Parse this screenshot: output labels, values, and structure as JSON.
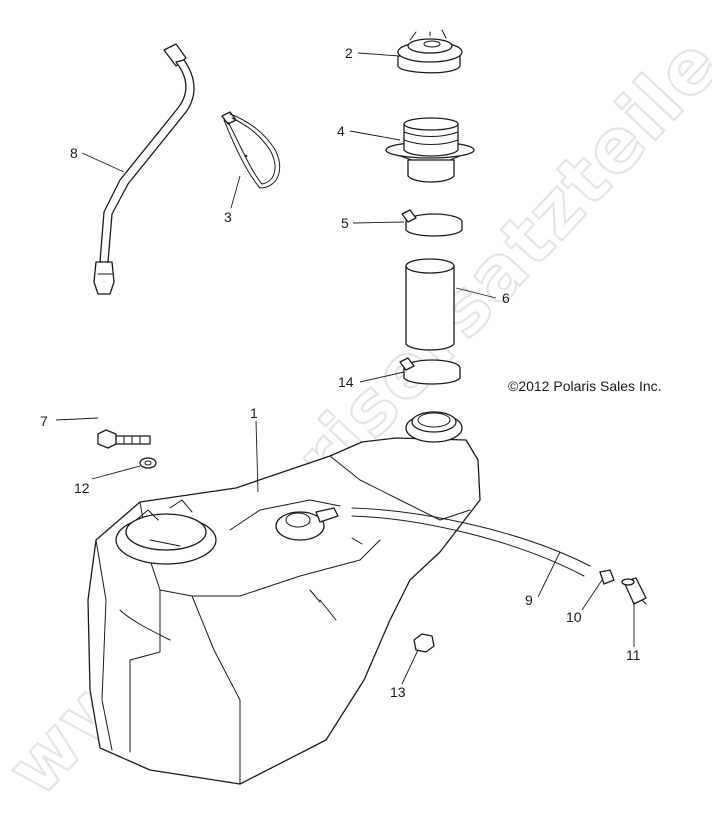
{
  "copyright": "©2012 Polaris Sales Inc.",
  "watermark": "www.polarisersatzteile.de",
  "callouts": {
    "c1": "1",
    "c2": "2",
    "c3": "3",
    "c4": "4",
    "c5": "5",
    "c6": "6",
    "c7": "7",
    "c8": "8",
    "c9": "9",
    "c10": "10",
    "c11": "11",
    "c12": "12",
    "c13": "13",
    "c14": "14"
  },
  "colors": {
    "ink": "#1a1a1a",
    "watermark": "#e4e4e4",
    "background": "#ffffff"
  }
}
